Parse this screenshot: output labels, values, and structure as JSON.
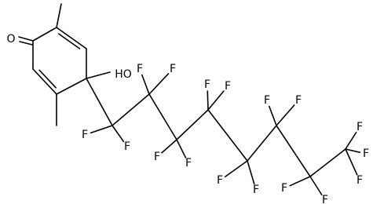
{
  "molecule": {
    "oxygen_label": "O",
    "hydroxyl_label": "HO",
    "fluorine_label": "F"
  }
}
